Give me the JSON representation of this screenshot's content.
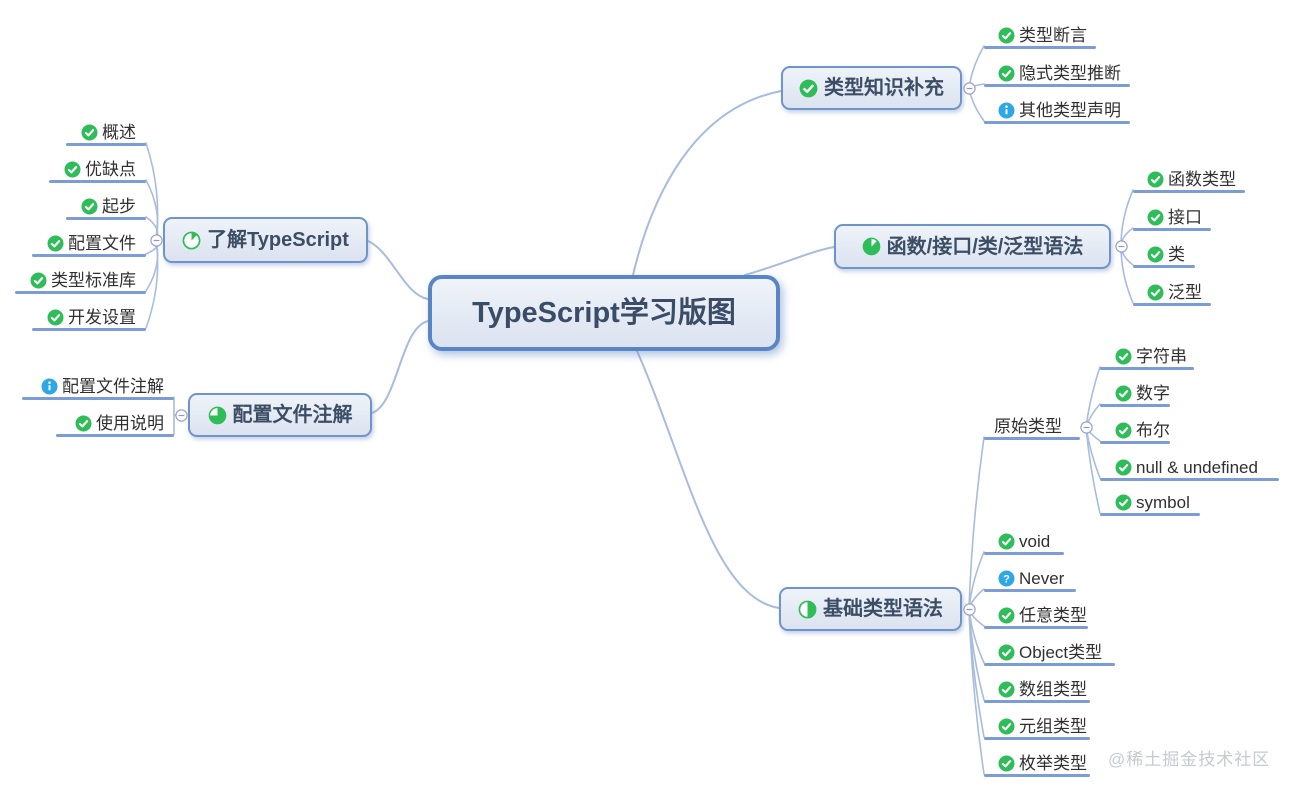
{
  "root": {
    "label": "TypeScript学习版图"
  },
  "watermark": "@稀土掘金技术社区",
  "colors": {
    "green": "#2ebd59",
    "blue": "#2ea7e6",
    "connector": "#a8bcde",
    "branch_line": "#7b9cd4",
    "node_border": "#6f94ca",
    "root_border": "#5a85c5",
    "node_text": "#3c4e66",
    "topic_text": "#303030",
    "toggle_border": "#99a1cc",
    "watermark_gray": "#c6cad0"
  },
  "branches": [
    {
      "id": "learn-typescript",
      "label": "了解TypeScript",
      "icon": "progress-12",
      "children": [
        {
          "label": "概述",
          "icon": "check"
        },
        {
          "label": "优缺点",
          "icon": "check"
        },
        {
          "label": "起步",
          "icon": "check"
        },
        {
          "label": "配置文件",
          "icon": "check"
        },
        {
          "label": "类型标准库",
          "icon": "check"
        },
        {
          "label": "开发设置",
          "icon": "check"
        }
      ]
    },
    {
      "id": "config-file-annotation",
      "label": "配置文件注解",
      "icon": "progress-75",
      "children": [
        {
          "label": "配置文件注解",
          "icon": "info"
        },
        {
          "label": "使用说明",
          "icon": "check"
        }
      ]
    },
    {
      "id": "type-knowledge-supplement",
      "label": "类型知识补充",
      "icon": "check",
      "children": [
        {
          "label": "类型断言",
          "icon": "check"
        },
        {
          "label": "隐式类型推断",
          "icon": "check"
        },
        {
          "label": "其他类型声明",
          "icon": "info"
        }
      ]
    },
    {
      "id": "function-interface-class-generic-syntax",
      "label": "函数/接口/类/泛型语法",
      "icon": "progress-87",
      "children": [
        {
          "label": "函数类型",
          "icon": "check"
        },
        {
          "label": "接口",
          "icon": "check"
        },
        {
          "label": "类",
          "icon": "check"
        },
        {
          "label": "泛型",
          "icon": "check"
        }
      ]
    },
    {
      "id": "basic-type-syntax",
      "label": "基础类型语法",
      "icon": "progress-50",
      "children": [
        {
          "label": "原始类型",
          "icon": "none",
          "children": [
            {
              "label": "字符串",
              "icon": "check"
            },
            {
              "label": "数字",
              "icon": "check"
            },
            {
              "label": "布尔",
              "icon": "check"
            },
            {
              "label": "null & undefined",
              "icon": "check"
            },
            {
              "label": "symbol",
              "icon": "check"
            }
          ]
        },
        {
          "label": "void",
          "icon": "check"
        },
        {
          "label": "Never",
          "icon": "question"
        },
        {
          "label": "任意类型",
          "icon": "check"
        },
        {
          "label": "Object类型",
          "icon": "check"
        },
        {
          "label": "数组类型",
          "icon": "check"
        },
        {
          "label": "元组类型",
          "icon": "check"
        },
        {
          "label": "枚举类型",
          "icon": "check"
        }
      ]
    }
  ]
}
